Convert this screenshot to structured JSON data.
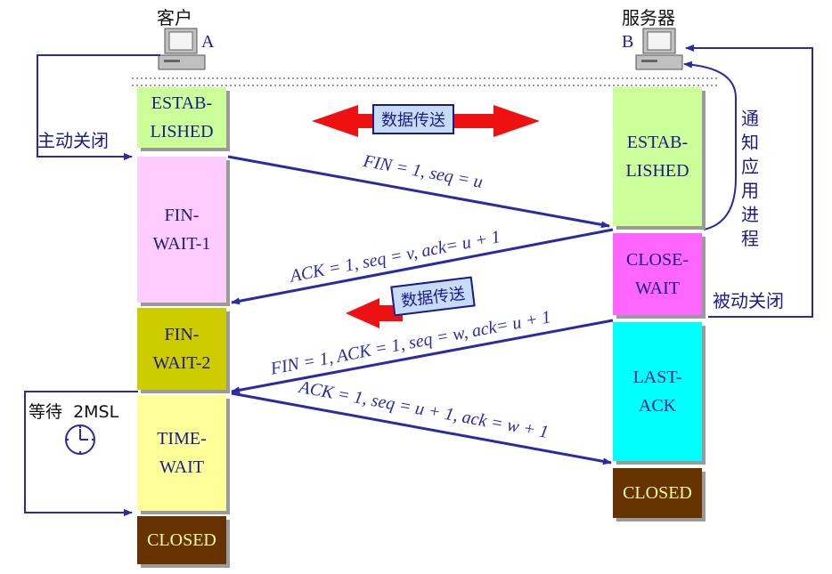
{
  "client": {
    "title": "客户",
    "letter": "A",
    "active_close": "主动关闭",
    "wait_label": "等待  2MSL"
  },
  "server": {
    "title": "服务器",
    "letter": "B",
    "notify": "通知应用进程",
    "passive_close": "被动关闭"
  },
  "data_transfer": "数据传送",
  "client_states": [
    {
      "lines": [
        "ESTAB-",
        "LISHED"
      ],
      "color": "#ccff99"
    },
    {
      "lines": [
        "FIN-",
        "WAIT-1"
      ],
      "color": "#ffccff"
    },
    {
      "lines": [
        "FIN-",
        "WAIT-2"
      ],
      "color": "#cccc00"
    },
    {
      "lines": [
        "TIME-",
        "WAIT"
      ],
      "color": "#ffff99"
    },
    {
      "lines": [
        "CLOSED"
      ],
      "color": "#663300"
    }
  ],
  "server_states": [
    {
      "lines": [
        "ESTAB-",
        "LISHED"
      ],
      "color": "#ccff99"
    },
    {
      "lines": [
        "CLOSE-",
        "WAIT"
      ],
      "color": "#ff66ff"
    },
    {
      "lines": [
        "LAST-",
        "ACK"
      ],
      "color": "#00ffff"
    },
    {
      "lines": [
        "CLOSED"
      ],
      "color": "#663300"
    }
  ],
  "messages": [
    "FIN = 1, seq = u",
    "ACK = 1, seq = v, ack= u + 1",
    "FIN = 1, ACK = 1, seq = w, ack= u + 1",
    "ACK = 1, seq = u + 1, ack = w + 1"
  ],
  "colors": {
    "arrow": "#2a2aa8",
    "red_arrow": "#ee1111",
    "closed_text": "#ffff99",
    "state_text": "#1a1a8c"
  }
}
